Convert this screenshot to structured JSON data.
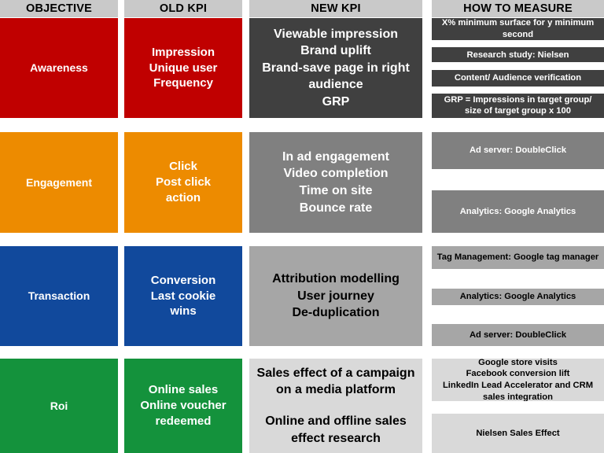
{
  "table": {
    "headers": [
      "OBJECTIVE",
      "OLD KPI",
      "NEW KPI",
      "HOW TO MEASURE"
    ],
    "header_bg": "#c9c9c9",
    "rows": [
      {
        "objective": "Awareness",
        "accent_color": "#c00000",
        "old_kpi": "Impression\nUnique user\nFrequency",
        "new_kpi": "Viewable impression\nBrand uplift\nBrand-save page in right audience\nGRP",
        "new_kpi_tone": "#404040",
        "measure_tone": "#404040",
        "measures": [
          "X% minimum surface for y minimum second",
          "Research study: Nielsen",
          "Content/ Audience verification",
          "GRP = Impressions in target group/ size of target group x 100"
        ],
        "measure_heights": [
          28,
          19,
          21,
          31
        ]
      },
      {
        "objective": "Engagement",
        "accent_color": "#ed8b00",
        "old_kpi": "Click\nPost click\naction",
        "new_kpi": "In ad engagement\nVideo completion\nTime on site\nBounce rate",
        "new_kpi_tone": "#808080",
        "measure_tone": "#808080",
        "measures": [
          "Ad server: DoubleClick",
          "Analytics: Google Analytics"
        ],
        "measure_heights": [
          47,
          54
        ]
      },
      {
        "objective": "Transaction",
        "accent_color": "#11499c",
        "old_kpi": "Conversion\nLast cookie\nwins",
        "new_kpi": "Attribution modelling\nUser journey\nDe-duplication",
        "new_kpi_tone": "#a6a6a6",
        "measure_tone": "#a6a6a6",
        "measures": [
          "Tag Management: Google tag manager",
          "Analytics: Google Analytics",
          "Ad server: DoubleClick"
        ],
        "measure_heights": [
          29,
          21,
          28
        ]
      },
      {
        "objective": "Roi",
        "accent_color": "#14923c",
        "old_kpi": "Online sales\nOnline voucher\nredeemed",
        "new_kpi": "Sales effect of a campaign on a media platform\n\nOnline and offline sales effect research",
        "new_kpi_tone": "#d9d9d9",
        "measure_tone": "#d9d9d9",
        "measures": [
          "Google store visits\nFacebook conversion lift\nLinkedIn Lead Accelerator and CRM sales integration",
          "Nielsen Sales Effect"
        ],
        "measure_heights": [
          54,
          50
        ]
      }
    ]
  }
}
